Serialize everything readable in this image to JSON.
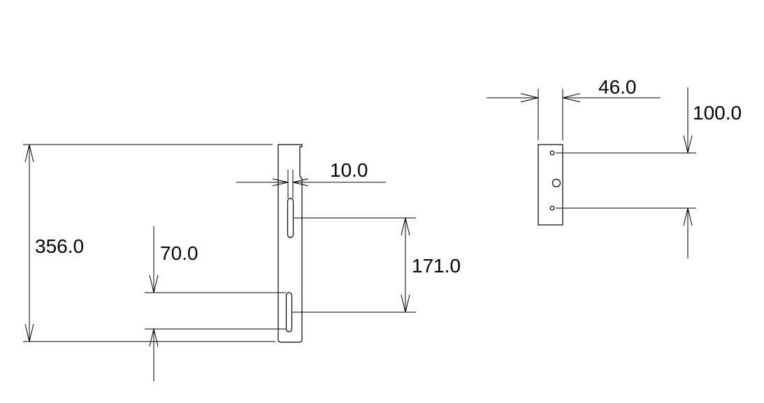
{
  "dimensions": {
    "overall_height": "356.0",
    "bottom_offset": "70.0",
    "slot_spacing": "171.0",
    "slot_width": "10.0",
    "thickness": "46.0",
    "hole_spacing": "100.0"
  },
  "colors": {
    "line": "#000000",
    "background": "#ffffff"
  }
}
